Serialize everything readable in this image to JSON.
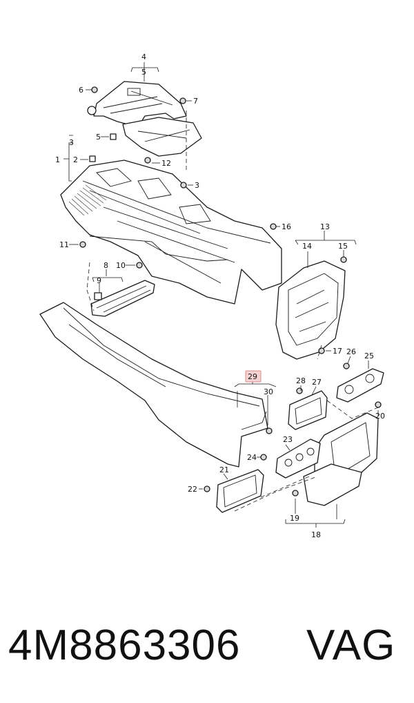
{
  "footer": {
    "part_number": "4M8863306",
    "brand": "VAG"
  },
  "diagram": {
    "highlighted_label": "29",
    "callouts": [
      "1",
      "2",
      "3",
      "4",
      "5",
      "6",
      "7",
      "8",
      "9",
      "10",
      "11",
      "12",
      "13",
      "14",
      "15",
      "16",
      "17",
      "18",
      "19",
      "20",
      "21",
      "22",
      "23",
      "24",
      "25",
      "26",
      "27",
      "28",
      "29",
      "30"
    ]
  }
}
